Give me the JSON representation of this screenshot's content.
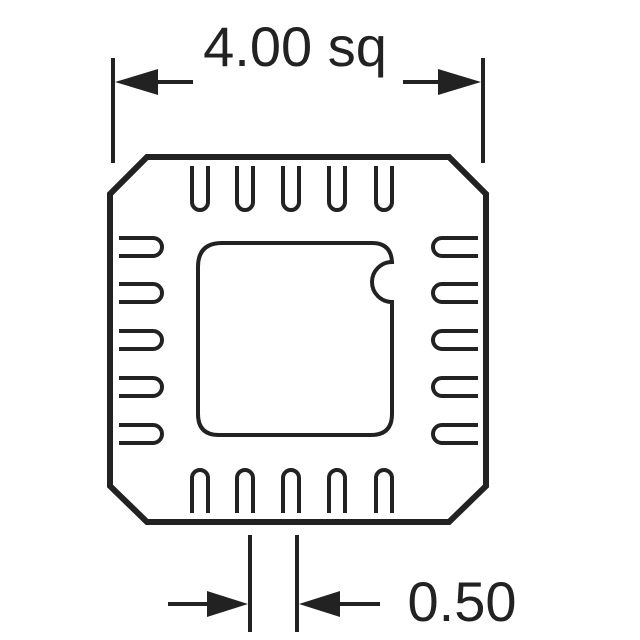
{
  "dimensions": {
    "body_size": "4.00 sq",
    "pitch": "0.50"
  },
  "colors": {
    "stroke": "#222222",
    "background": "#ffffff"
  },
  "package": {
    "shape": "chamfered square body",
    "pads_per_side": 5,
    "sides": [
      "top",
      "bottom",
      "left",
      "right"
    ],
    "exposed_pad": true,
    "pin1_notch": true
  }
}
